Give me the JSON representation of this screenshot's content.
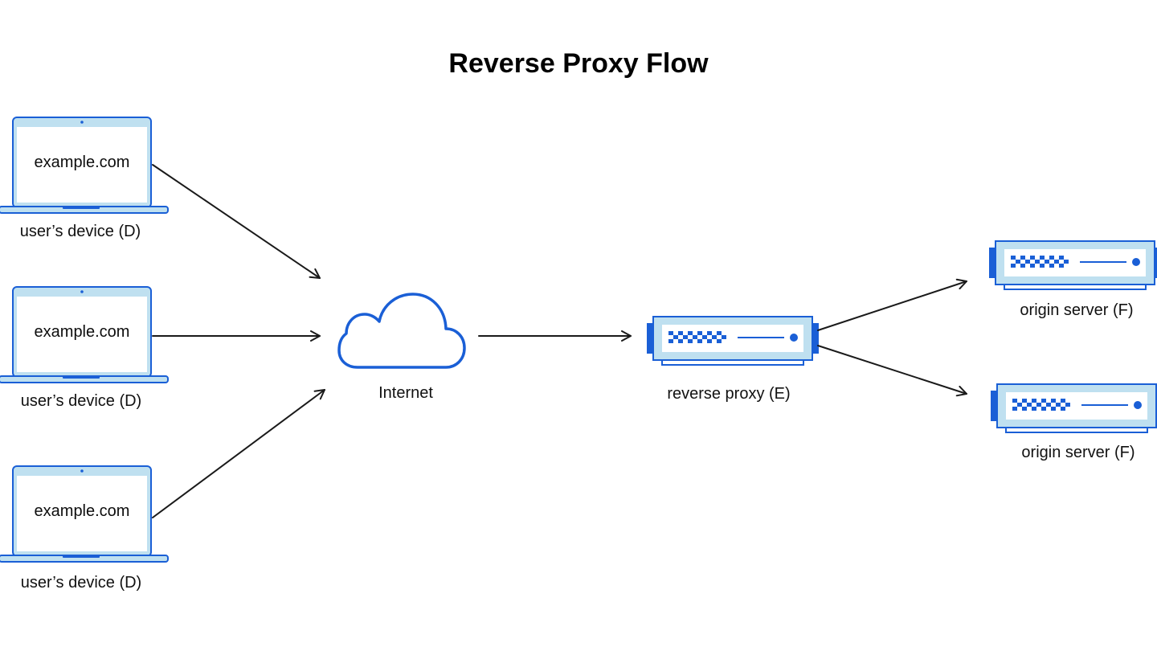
{
  "title": "Reverse Proxy Flow",
  "colors": {
    "accent": "#1a5fd6",
    "fill_light": "#bfe0f0",
    "fill_white": "#ffffff",
    "arrow": "#1a1a1a",
    "text": "#111111"
  },
  "devices": [
    {
      "screen_text": "example.com",
      "label": "user’s device (D)",
      "icon": "laptop-icon"
    },
    {
      "screen_text": "example.com",
      "label": "user’s device (D)",
      "icon": "laptop-icon"
    },
    {
      "screen_text": "example.com",
      "label": "user’s device (D)",
      "icon": "laptop-icon"
    }
  ],
  "internet": {
    "label": "Internet",
    "icon": "cloud-icon"
  },
  "proxy": {
    "label": "reverse proxy (E)",
    "icon": "server-icon"
  },
  "origins": [
    {
      "label": "origin server (F)",
      "icon": "server-icon"
    },
    {
      "label": "origin server (F)",
      "icon": "server-icon"
    }
  ]
}
